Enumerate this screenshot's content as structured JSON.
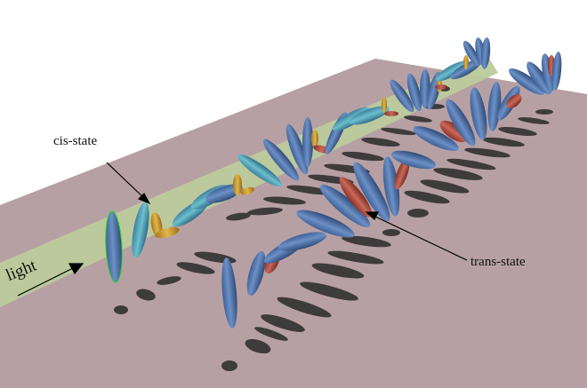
{
  "figure": {
    "labels": {
      "cis": "cis-state",
      "trans": "trans-state",
      "light": "light"
    },
    "colors": {
      "background": "#ffffff",
      "plane": "#b7a0a4",
      "light_beam": "#bccb9c",
      "shadow": "#3e3b3c",
      "molecule_blue": "#4f74a8",
      "molecule_cyan": "#4a9db0",
      "cis_yellow": "#c89a28",
      "trans_red": "#a8483e",
      "glow_green": "#33dd33"
    }
  }
}
